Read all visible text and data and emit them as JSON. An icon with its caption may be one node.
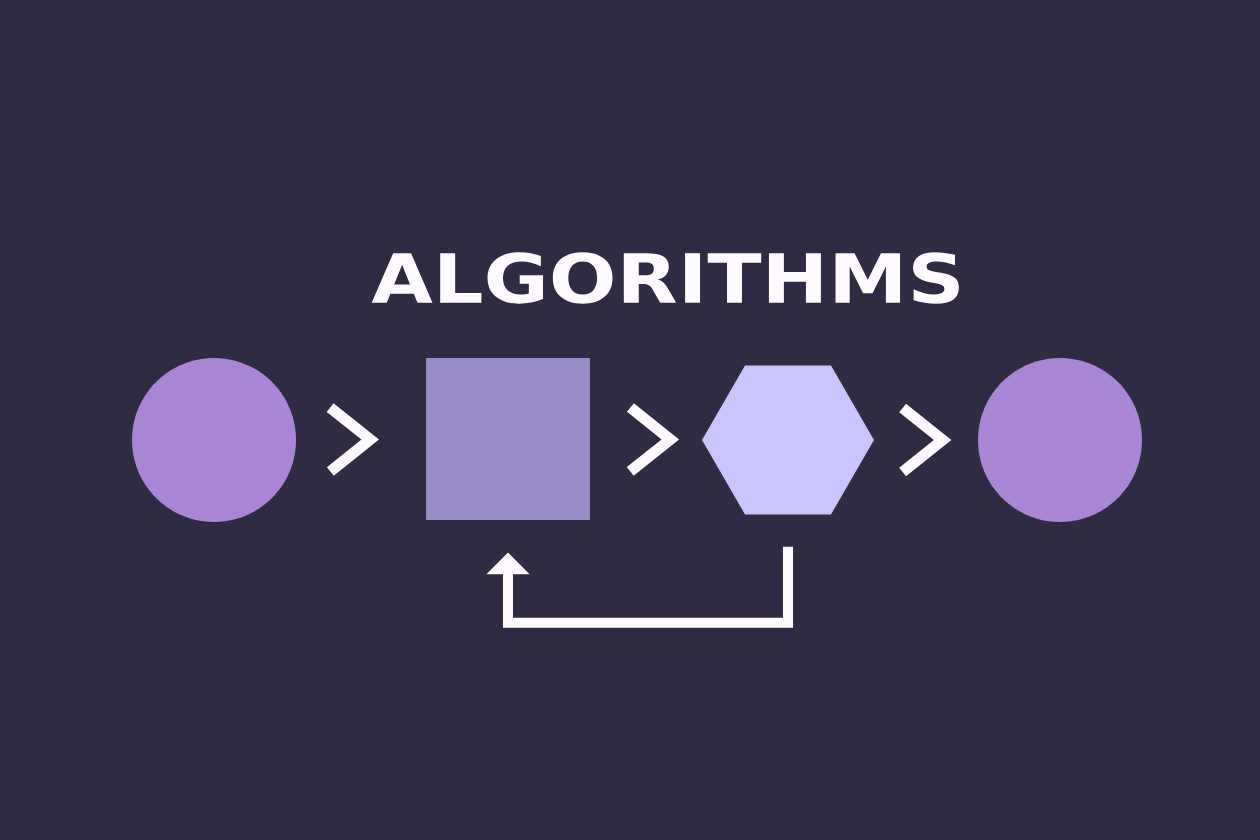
{
  "diagram": {
    "title": "ALGORITHMS",
    "nodes": [
      {
        "text": [],
        "shape": "circle"
      },
      {
        "text": [],
        "shape": "box"
      },
      {
        "text": [],
        "shape": "hexagon"
      },
      {
        "text": [],
        "shape": "circle"
      }
    ],
    "edges": [
      {
        "from": 0,
        "to": 1,
        "arrow": "to"
      },
      {
        "from": 1,
        "to": 2,
        "arrow": "to"
      },
      {
        "from": 2,
        "to": 3,
        "arrow": "to"
      },
      {
        "from": 2,
        "to": 1,
        "arrow": "to"
      }
    ]
  }
}
